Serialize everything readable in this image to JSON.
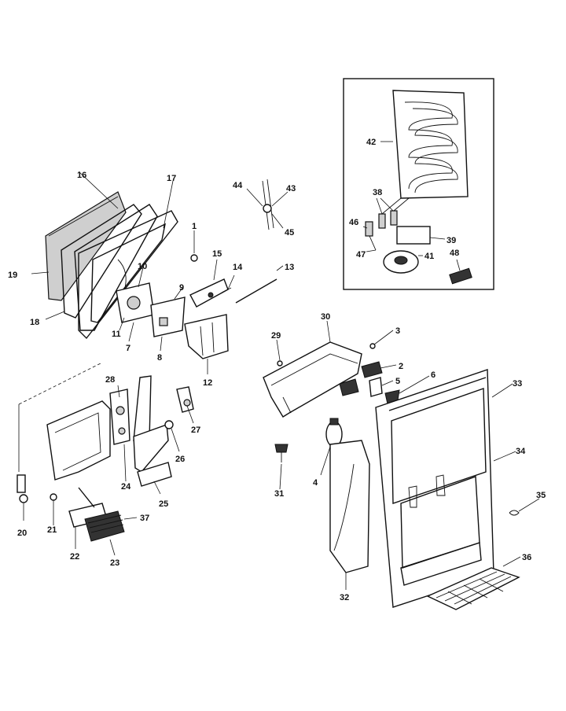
{
  "labels": {
    "p1": "1",
    "p2": "2",
    "p3": "3",
    "p4": "4",
    "p5": "5",
    "p6": "6",
    "p7": "7",
    "p8": "8",
    "p9": "9",
    "p10": "10",
    "p11": "11",
    "p12": "12",
    "p13": "13",
    "p14": "14",
    "p15": "15",
    "p16": "16",
    "p17": "17",
    "p18": "18",
    "p19": "19",
    "p20": "20",
    "p21": "21",
    "p22": "22",
    "p23": "23",
    "p24": "24",
    "p25": "25",
    "p26": "26",
    "p27": "27",
    "p28": "28",
    "p29": "29",
    "p30": "30",
    "p31": "31",
    "p32": "32",
    "p33": "33",
    "p34": "34",
    "p35": "35",
    "p36": "36",
    "p37": "37",
    "p38": "38",
    "p39": "39",
    "p41": "41",
    "p42": "42",
    "p43": "43",
    "p44": "44",
    "p45": "45",
    "p46": "46",
    "p47": "47",
    "p48": "48"
  },
  "colors": {
    "line": "#111111",
    "background": "#ffffff"
  }
}
